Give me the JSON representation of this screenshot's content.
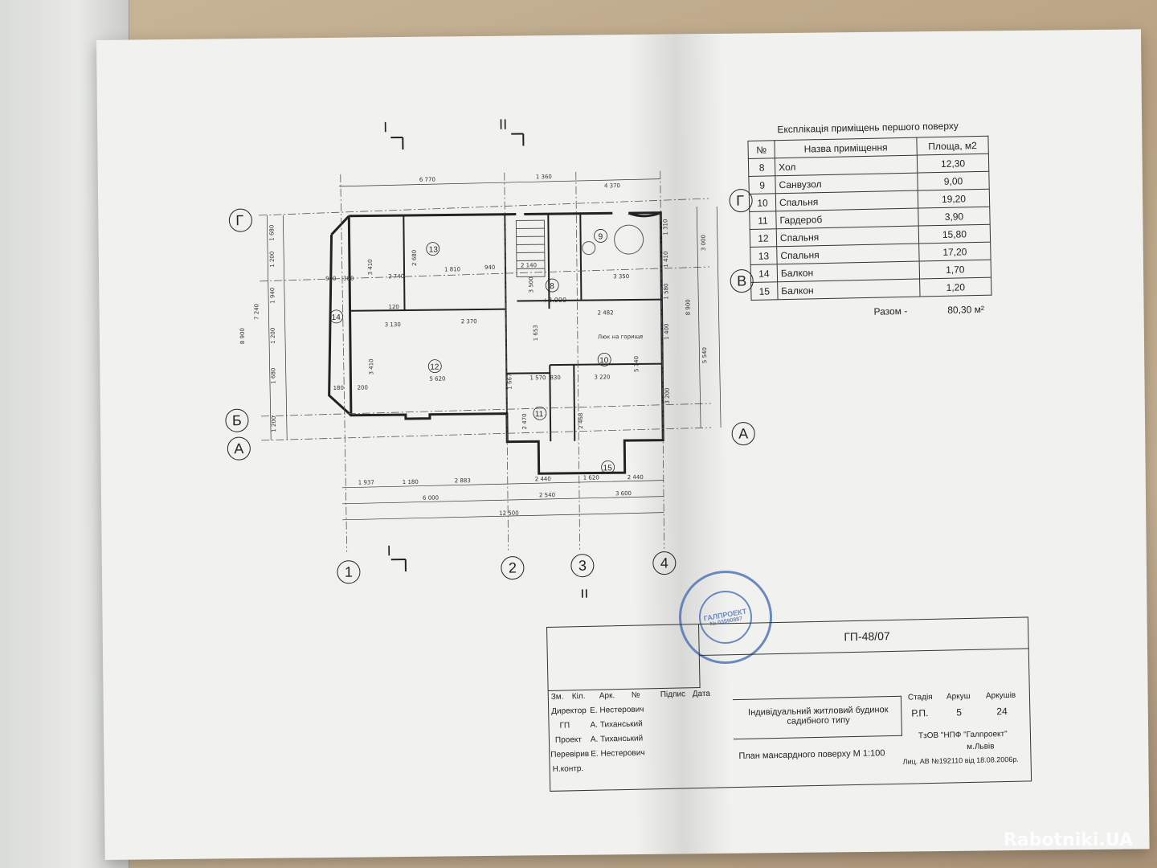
{
  "explication": {
    "title": "Експлікація приміщень першого поверху",
    "headers": [
      "№",
      "Назва приміщення",
      "Площа, м2"
    ],
    "rows": [
      {
        "no": "8",
        "name": "Хол",
        "area": "12,30"
      },
      {
        "no": "9",
        "name": "Санвузол",
        "area": "9,00"
      },
      {
        "no": "10",
        "name": "Спальня",
        "area": "19,20"
      },
      {
        "no": "11",
        "name": "Гардероб",
        "area": "3,90"
      },
      {
        "no": "12",
        "name": "Спальня",
        "area": "15,80"
      },
      {
        "no": "13",
        "name": "Спальня",
        "area": "17,20"
      },
      {
        "no": "14",
        "name": "Балкон",
        "area": "1,70"
      },
      {
        "no": "15",
        "name": "Балкон",
        "area": "1,20"
      }
    ],
    "total_label": "Разом -",
    "total_value": "80,30 м²"
  },
  "plan": {
    "axes_letters": {
      "g": "Г",
      "v": "В",
      "b": "Б",
      "a": "А"
    },
    "axes_numbers": {
      "n1": "1",
      "n2": "2",
      "n3": "3",
      "n4": "4"
    },
    "sections": {
      "s1": "I",
      "s2": "II"
    },
    "rooms": {
      "r8": "8",
      "r9": "9",
      "r10": "10",
      "r11": "11",
      "r12": "12",
      "r13": "13",
      "r14": "14",
      "r15": "15"
    },
    "level_mark": "+3.000",
    "hatch_label": "Люк на горище",
    "dims_top": {
      "d1": "6 770",
      "d2": "1 360",
      "d3": "4 370"
    },
    "dims_bottom_row1": {
      "d1": "1 937",
      "d2": "1 180",
      "d3": "2 883",
      "d4": "2 440",
      "d5": "1 620",
      "d6": "2 440"
    },
    "dims_bottom_row2": {
      "d1": "6 000",
      "d2": "2 540",
      "d3": "3 600"
    },
    "dims_bottom_total": "12 500",
    "dims_left": {
      "d1": "1 680",
      "d2": "1 200",
      "d3": "1 940",
      "d4": "1 200",
      "d5": "1 680",
      "d6": "1 200",
      "total1": "7 240",
      "total2": "8 900"
    },
    "dims_right": {
      "d1": "1 310",
      "d2": "1 410",
      "d3": "1 580",
      "d4": "1 400",
      "d5": "3 200",
      "t1": "3 000",
      "t2": "5 540",
      "t3": "8 900"
    },
    "inner_dims": {
      "i1": "2 740",
      "i2": "1 810",
      "i3": "940",
      "i4": "2 140",
      "i5": "3 350",
      "i6": "3 130",
      "i7": "2 370",
      "i8": "5 620",
      "i9": "3 220",
      "i10": "1 570",
      "i11": "830",
      "i12": "2 482",
      "i13": "3 410",
      "i14": "3 410",
      "i15": "2 680",
      "i16": "2 470",
      "i17": "2 468",
      "i18": "5 140",
      "i19": "1 653",
      "i20": "3 500",
      "i21": "900",
      "i22": "380",
      "i23": "120",
      "i24": "200",
      "i25": "180",
      "i26": "1 667"
    }
  },
  "title_block": {
    "code": "ГП-48/07",
    "col_headers": {
      "izm": "Зм.",
      "kil": "Кіл.",
      "ark": "Арк.",
      "no": "№",
      "pidpys": "Підпис",
      "data": "Дата"
    },
    "people": [
      {
        "role": "Директор",
        "name": "Е. Нестерович"
      },
      {
        "role": "ГП",
        "name": "А. Тиханський"
      },
      {
        "role": "Проект",
        "name": "А. Тиханський"
      },
      {
        "role": "Перевірив",
        "name": "Е. Нестерович"
      },
      {
        "role": "Н.контр.",
        "name": ""
      }
    ],
    "project_name": "Індивідуальний житловий будинок садибного типу",
    "stage_label": "Стадія",
    "sheet_label": "Аркуш",
    "sheets_label": "Аркушів",
    "stage": "Р.П.",
    "sheet": "5",
    "sheets": "24",
    "drawing_name": "План мансардного поверху М 1:100",
    "company": "ТзОВ \"НПФ \"Галпроект\"",
    "city": "м.Львів",
    "license": "Лиц. АВ №192110 від 18.08.2006р."
  },
  "stamp": {
    "center": "ГАЛПРОЕКТ",
    "number": "№ 03590887"
  },
  "watermark": "Rabotniki.UA"
}
